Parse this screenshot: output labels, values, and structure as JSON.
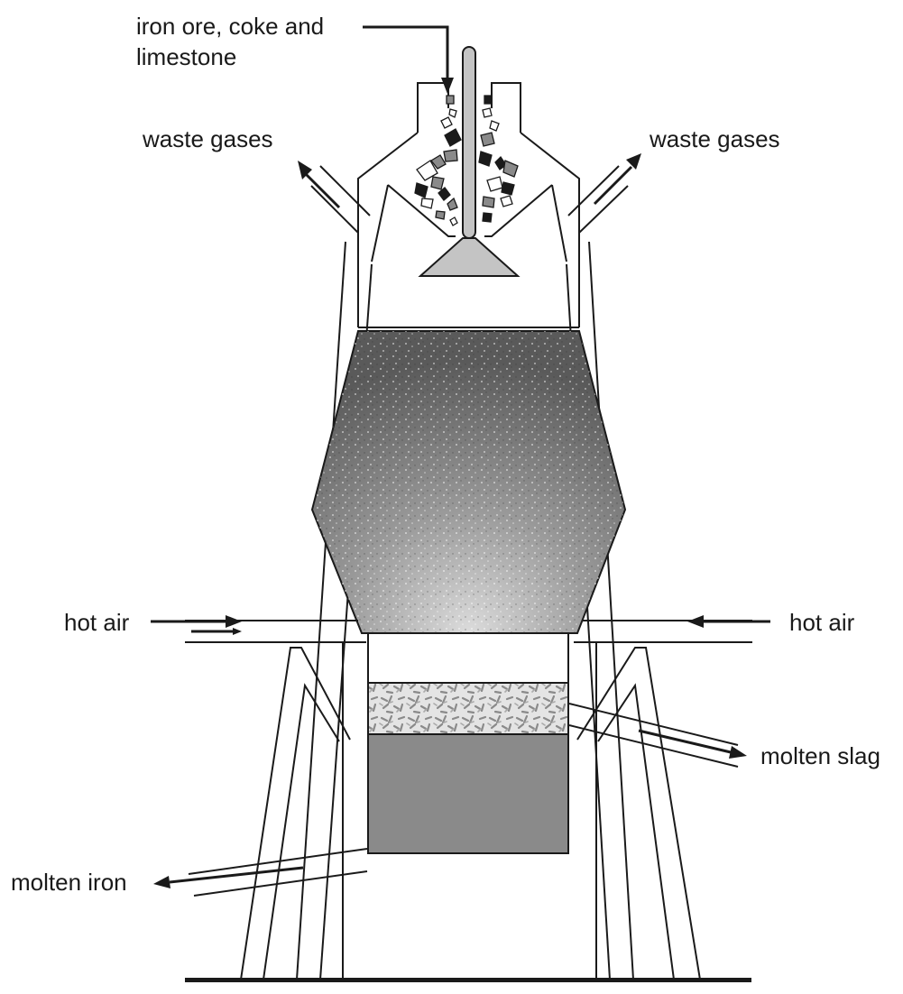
{
  "labels": {
    "feed_line1": "iron ore, coke and",
    "feed_line2": "limestone",
    "waste_left": "waste gases",
    "waste_right": "waste gases",
    "hot_air_left": "hot air",
    "hot_air_right": "hot air",
    "molten_slag": "molten slag",
    "molten_iron": "molten iron"
  },
  "colors": {
    "outline": "#1a1a1a",
    "charge_dark": "#5a5a5a",
    "charge_light": "#d6d6d6",
    "slag_layer": "#e2e2e2",
    "iron_layer": "#8a8a8a",
    "cone": "#bdbdbd"
  }
}
